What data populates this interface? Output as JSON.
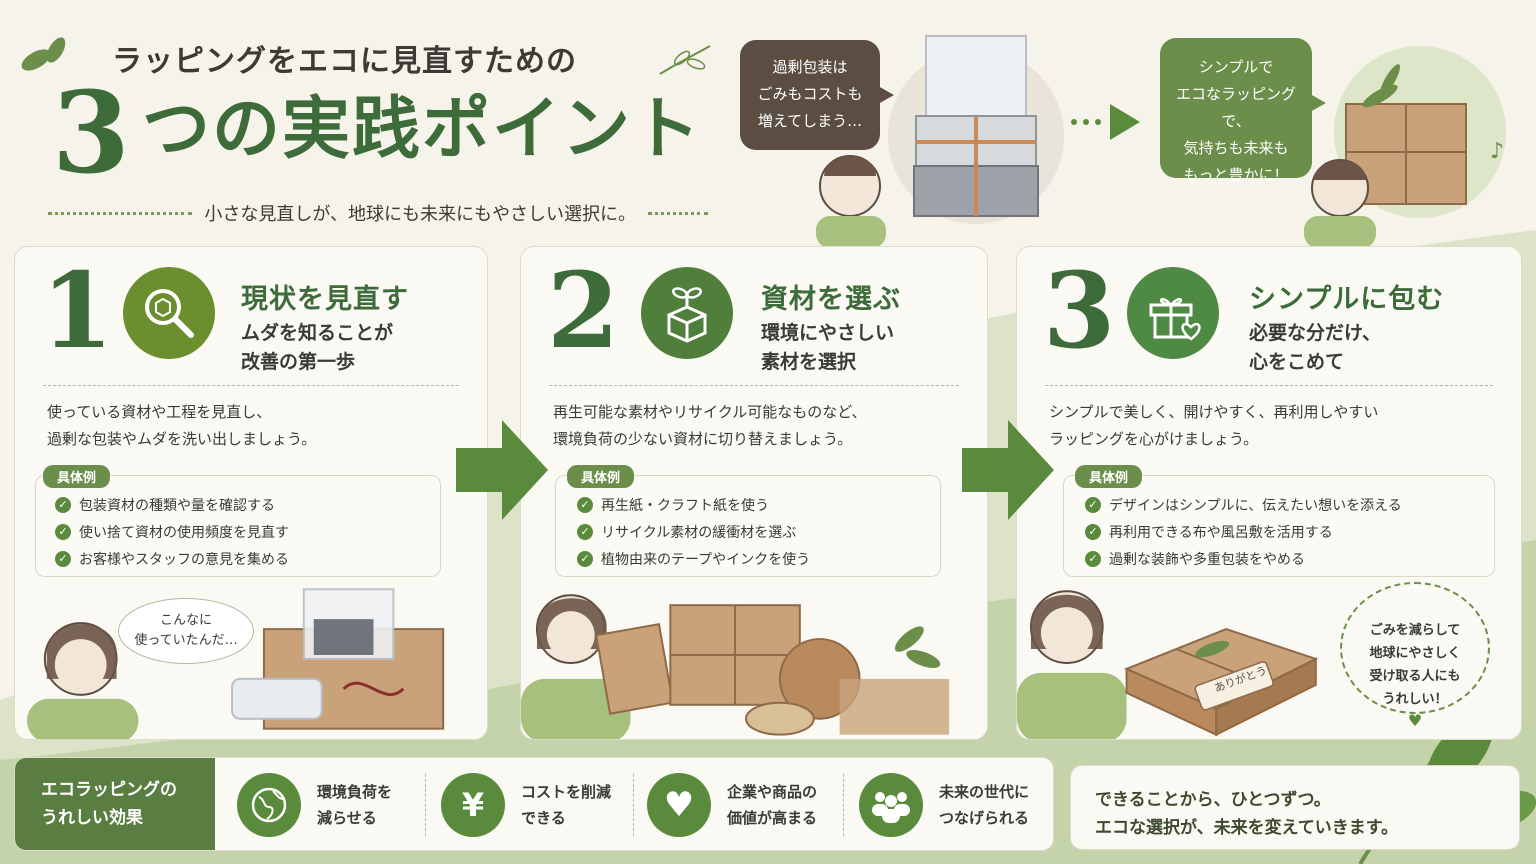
{
  "header": {
    "sub_title": "ラッピングをエコに見直すための",
    "big_number": "3",
    "main_title": "つの実践ポイント",
    "tagline": "小さな見直しが、地球にも未来にもやさしい選択に。"
  },
  "scene": {
    "before_bubble": "過剰包装は\nごみもコストも\n増えてしまう…",
    "after_bubble": "シンプルで\nエコなラッピングで、\n気持ちも未来も\nもっと豊かに！"
  },
  "cards": [
    {
      "number": "1",
      "title": "現状を見直す",
      "subtitle": "ムダを知ることが\n改善の第一歩",
      "icon": "magnifier-box-icon",
      "description": "使っている資材や工程を見直し、\n過剰な包装やムダを洗い出しましょう。",
      "example_tag": "具体例",
      "examples": [
        "包装資材の種類や量を確認する",
        "使い捨て資材の使用頻度を見直す",
        "お客様やスタッフの意見を集める"
      ],
      "thought": "こんなに\n使っていたんだ…"
    },
    {
      "number": "2",
      "title": "資材を選ぶ",
      "subtitle": "環境にやさしい\n素材を選択",
      "icon": "sprout-box-icon",
      "description": "再生可能な素材やリサイクル可能なものなど、\n環境負荷の少ない資材に切り替えましょう。",
      "example_tag": "具体例",
      "examples": [
        "再生紙・クラフト紙を使う",
        "リサイクル素材の緩衝材を選ぶ",
        "植物由来のテープやインクを使う"
      ]
    },
    {
      "number": "3",
      "title": "シンプルに包む",
      "subtitle": "必要な分だけ、\n心をこめて",
      "icon": "gift-heart-icon",
      "description": "シンプルで美しく、開けやすく、再利用しやすい\nラッピングを心がけましょう。",
      "example_tag": "具体例",
      "examples": [
        "デザインはシンプルに、伝えたい想いを添える",
        "再利用できる布や風呂敷を活用する",
        "過剰な装飾や多重包装をやめる"
      ],
      "circle_note": "ごみを減らして\n地球にやさしく\n受け取る人にも\nうれしい！",
      "gift_tag": "ありがとう"
    }
  ],
  "effects": {
    "label": "エコラッピングの\nうれしい効果",
    "items": [
      {
        "icon": "globe-icon",
        "text": "環境負荷を\n減らせる"
      },
      {
        "icon": "yen-icon",
        "text": "コストを削減\nできる"
      },
      {
        "icon": "heart-icon",
        "text": "企業や商品の\n価値が高まる"
      },
      {
        "icon": "people-icon",
        "text": "未来の世代に\nつなげられる"
      }
    ]
  },
  "closing": "できることから、ひとつずつ。\nエコな選択が、未来を変えていきます。",
  "colors": {
    "accent_dark": "#3d6b3a",
    "accent": "#6b8f4a",
    "background": "#f6f3ea",
    "kraft": "#c9a27a"
  }
}
